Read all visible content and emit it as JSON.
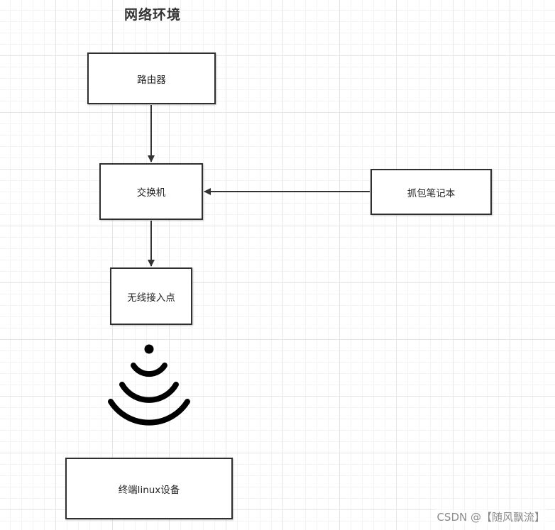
{
  "diagram": {
    "title": "网络环境",
    "nodes": {
      "router": "路由器",
      "switch": "交换机",
      "laptop": "抓包笔记本",
      "access_point": "无线接入点",
      "terminal": "终端linux设备"
    },
    "edges": [
      {
        "from": "router",
        "to": "switch"
      },
      {
        "from": "switch",
        "to": "access_point"
      },
      {
        "from": "laptop",
        "to": "switch"
      }
    ],
    "icons": {
      "wireless": "wifi-signal-icon"
    }
  },
  "watermark": "CSDN @【随风飘流】"
}
